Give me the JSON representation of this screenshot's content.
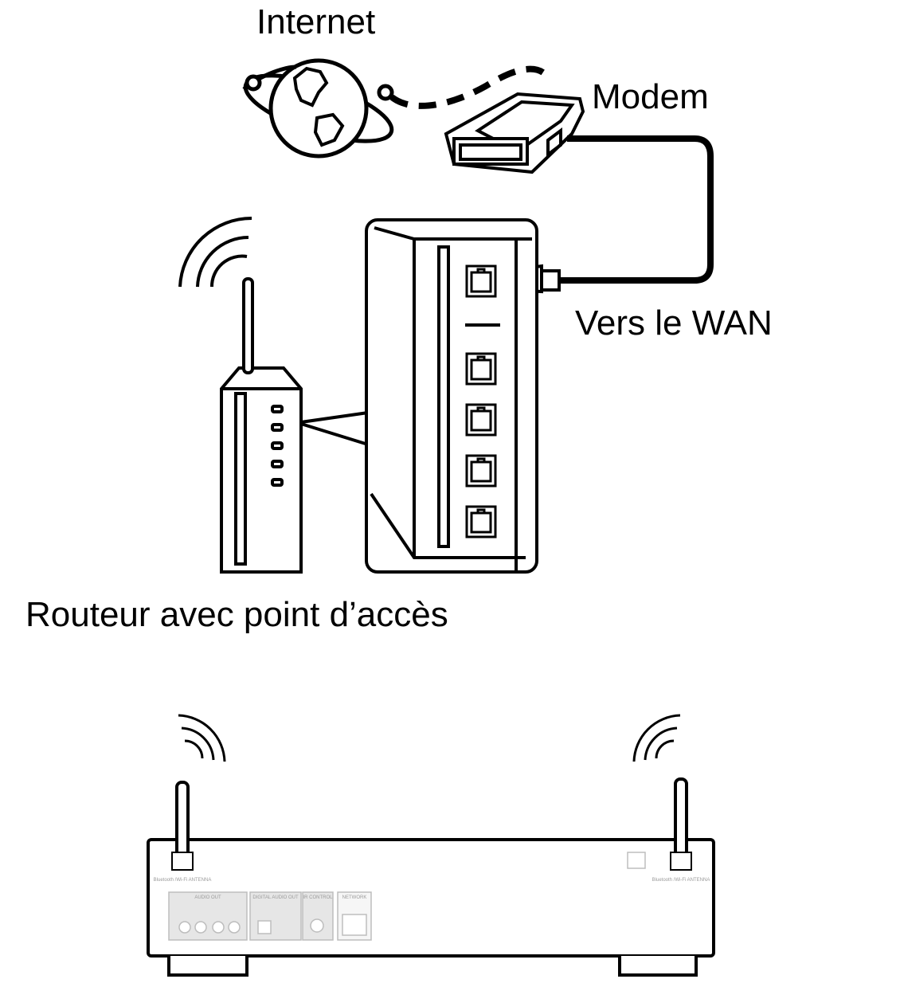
{
  "labels": {
    "internet": "Internet",
    "modem": "Modem",
    "wan": "Vers le WAN",
    "router": "Routeur avec point d’accès"
  },
  "device": {
    "antenna_label": "Bluetooth /Wi-Fi ANTENNA",
    "audio_out": "AUDIO OUT",
    "digital_audio_out": "DIGITAL AUDIO OUT",
    "ir_control": "IR CONTROL",
    "network": "NETWORK"
  },
  "colors": {
    "line": "#000000",
    "panel_fill": "#e6e6e6",
    "panel_text": "#9a9a9a"
  }
}
